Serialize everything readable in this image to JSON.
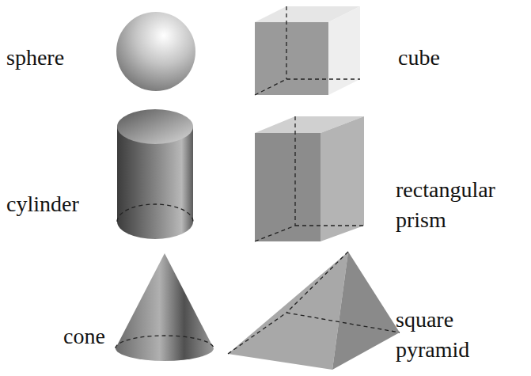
{
  "diagram": {
    "labels": [
      "sphere",
      "cube",
      "cylinder",
      "rectangular prism",
      "cone",
      "square pyramid"
    ]
  }
}
